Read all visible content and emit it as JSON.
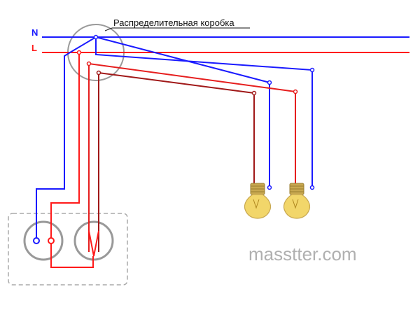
{
  "diagram": {
    "title": "Распределительная коробка",
    "line_labels": {
      "neutral": "N",
      "live": "L"
    },
    "watermark": "masstter.com"
  },
  "colors": {
    "neutral_wire": "#1a1aff",
    "live_wire": "#ff1a1a",
    "switched_wire_1": "#e61e1e",
    "switched_wire_2": "#a01818",
    "junction_box_outline": "#9a9a9a",
    "switch_outline": "#999999",
    "switch_plate": "#bbbbbb",
    "bulb_glass": "#f2d66a",
    "bulb_base": "#c8a850",
    "watermark": "#b0b0b0"
  },
  "components": {
    "junction_box": "junction-box",
    "switch_plate": "double-switch",
    "lamps": [
      "lamp-1",
      "lamp-2"
    ]
  }
}
